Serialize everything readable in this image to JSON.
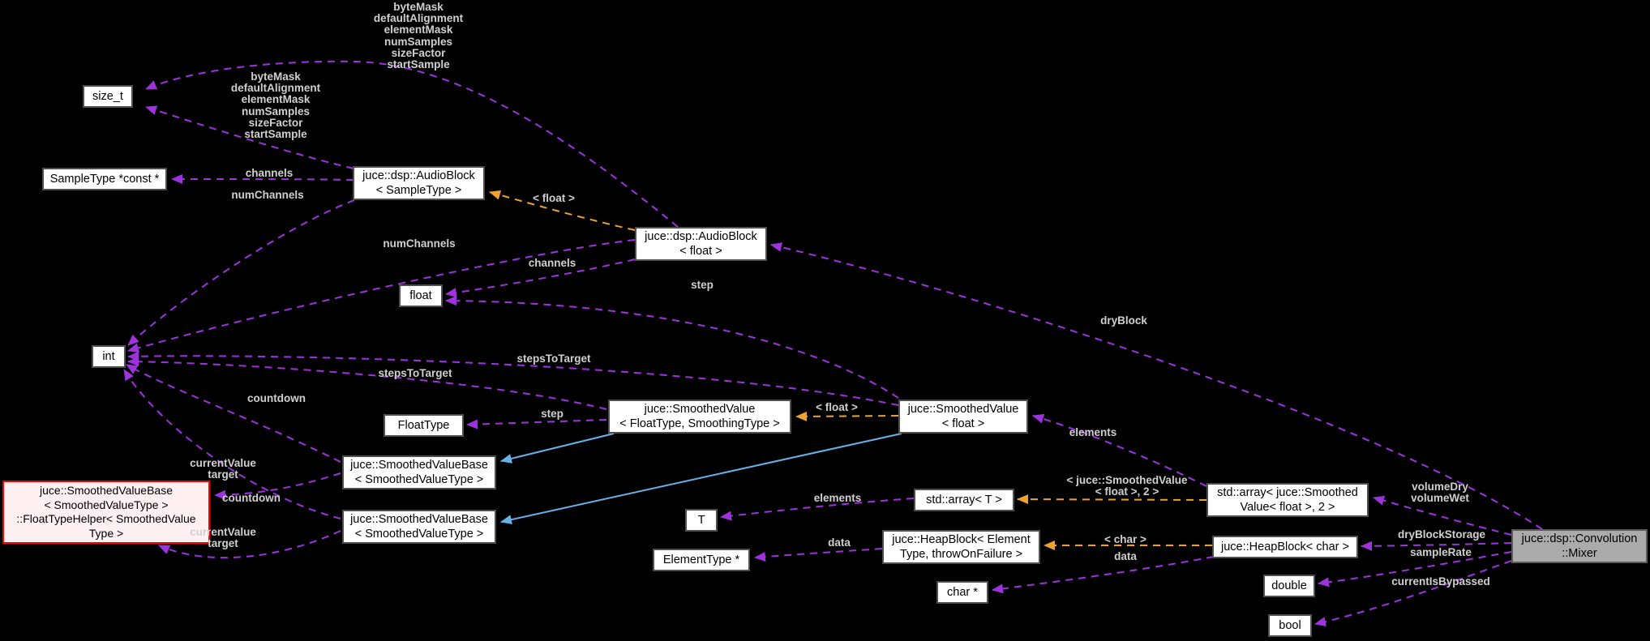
{
  "diagram": {
    "type": "collaboration-graph",
    "current_node": "juce::dsp::Convolution::Mixer",
    "colors": {
      "background": "#000000",
      "usage_edge": "#9e33dd",
      "template_edge": "#eda332",
      "inheritance_edge": "#66b2e8",
      "node_fill": "#ffffff",
      "node_border": "#4f4f4f",
      "highlight_fill": "#fff1f1",
      "highlight_border": "#ff0000",
      "current_fill": "#ababab",
      "edge_label_text": "#d0d0d0"
    },
    "nodes": {
      "size_t": {
        "label": "size_t"
      },
      "sampletype_const": {
        "label": "SampleType *const *"
      },
      "audioblock_sampletype": {
        "label": "juce::dsp::AudioBlock\n< SampleType >"
      },
      "audioblock_float": {
        "label": "juce::dsp::AudioBlock\n< float >"
      },
      "float": {
        "label": "float"
      },
      "int": {
        "label": "int"
      },
      "floattype": {
        "label": "FloatType"
      },
      "smoothedvalue_template": {
        "label": "juce::SmoothedValue\n< FloatType, SmoothingType >"
      },
      "smoothedvalue_float": {
        "label": "juce::SmoothedValue\n< float >"
      },
      "svb_upper": {
        "label": "juce::SmoothedValueBase\n< SmoothedValueType >"
      },
      "svb_lower": {
        "label": "juce::SmoothedValueBase\n< SmoothedValueType >"
      },
      "floattypehelper": {
        "label": "juce::SmoothedValueBase\n< SmoothedValueType >\n::FloatTypeHelper< SmoothedValue\nType >"
      },
      "t": {
        "label": "T"
      },
      "std_array_t": {
        "label": "std::array< T >"
      },
      "std_array_sv": {
        "label": "std::array< juce::Smoothed\nValue< float >, 2 >"
      },
      "elementtype_ptr": {
        "label": "ElementType *"
      },
      "heapblock_template": {
        "label": "juce::HeapBlock< Element\nType, throwOnFailure >"
      },
      "heapblock_char": {
        "label": "juce::HeapBlock< char >"
      },
      "char_ptr": {
        "label": "char *"
      },
      "double": {
        "label": "double"
      },
      "bool": {
        "label": "bool"
      },
      "mixer": {
        "label": "juce::dsp::Convolution\n::Mixer"
      }
    },
    "edge_labels": {
      "mask_top": {
        "text": "byteMask\ndefaultAlignment\nelementMask\nnumSamples\nsizeFactor\nstartSample"
      },
      "mask_near": {
        "text": "byteMask\ndefaultAlignment\nelementMask\nnumSamples\nsizeFactor\nstartSample"
      },
      "channels_1": {
        "text": "channels"
      },
      "numchannels_1": {
        "text": "numChannels"
      },
      "float_inst_1": {
        "text": "< float >"
      },
      "numchannels_2": {
        "text": "numChannels"
      },
      "channels_2": {
        "text": "channels"
      },
      "step_1": {
        "text": "step"
      },
      "dryblock": {
        "text": "dryBlock"
      },
      "stepstotarget_1": {
        "text": "stepsToTarget"
      },
      "stepstotarget_2": {
        "text": "stepsToTarget"
      },
      "countdown_1": {
        "text": "countdown"
      },
      "float_inst_2": {
        "text": "< float >"
      },
      "step_2": {
        "text": "step"
      },
      "elements_1": {
        "text": "elements"
      },
      "currentvalue_1": {
        "text": "currentValue\ntarget"
      },
      "countdown_2": {
        "text": "countdown"
      },
      "currentvalue_2": {
        "text": "currentValue\ntarget"
      },
      "elements_2": {
        "text": "elements"
      },
      "array_inst": {
        "text": "< juce::SmoothedValue\n< float >, 2 >"
      },
      "volume": {
        "text": "volumeDry\nvolumeWet"
      },
      "data_1": {
        "text": "data"
      },
      "char_inst": {
        "text": "< char >"
      },
      "data_2": {
        "text": "data"
      },
      "dryblockstorage": {
        "text": "dryBlockStorage"
      },
      "samplerate": {
        "text": "sampleRate"
      },
      "currentisbypassed": {
        "text": "currentIsBypassed"
      }
    }
  }
}
